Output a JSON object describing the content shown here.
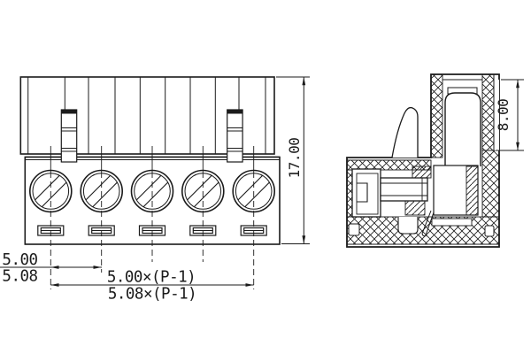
{
  "drawing": {
    "component": "pluggable-terminal-block",
    "front_view": {
      "pole_count": 5
    },
    "dims": {
      "pitch_primary": "5.00",
      "pitch_alt": "5.08",
      "span_primary": "5.00×(P-1)",
      "span_alt": "5.08×(P-1)",
      "overall_height": "17.00",
      "plug_height": "8.00"
    },
    "colors": {
      "line": "#1b1b1b",
      "background": "#ffffff"
    }
  }
}
